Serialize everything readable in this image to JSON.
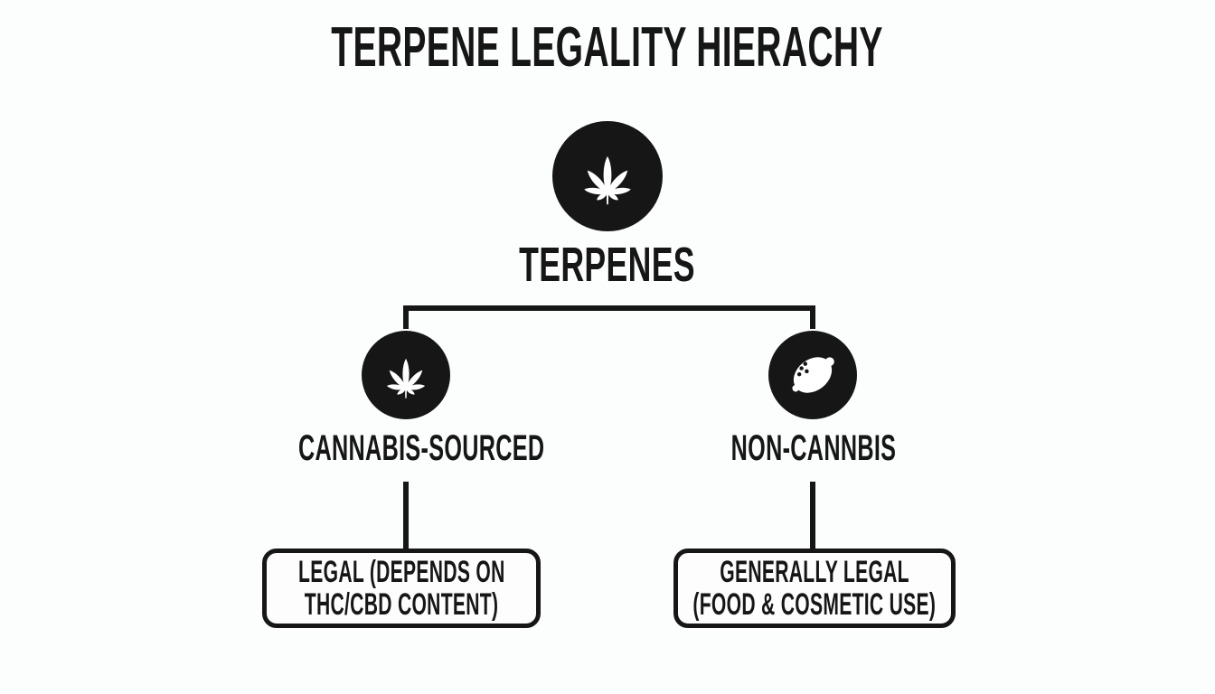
{
  "title": "TERPENE LEGALITY HIERACHY",
  "root": {
    "label": "TERPENES",
    "icon": "cannabis-leaf-icon"
  },
  "branches": [
    {
      "label": "CANNABIS-SOURCED",
      "icon": "cannabis-leaf-icon",
      "outcome": [
        "LEGAL (DEPENDS ON",
        "THC/CBD CONTENT)"
      ]
    },
    {
      "label": "NON-CANNBIS",
      "icon": "lemon-icon",
      "outcome": [
        "GENERALLY LEGAL",
        "(FOOD & COSMETIC USE)"
      ]
    }
  ],
  "colors": {
    "node_fill": "#161616",
    "icon_fill": "#ffffff",
    "line": "#161616",
    "text": "#161616",
    "background": "#fcfdfd"
  }
}
